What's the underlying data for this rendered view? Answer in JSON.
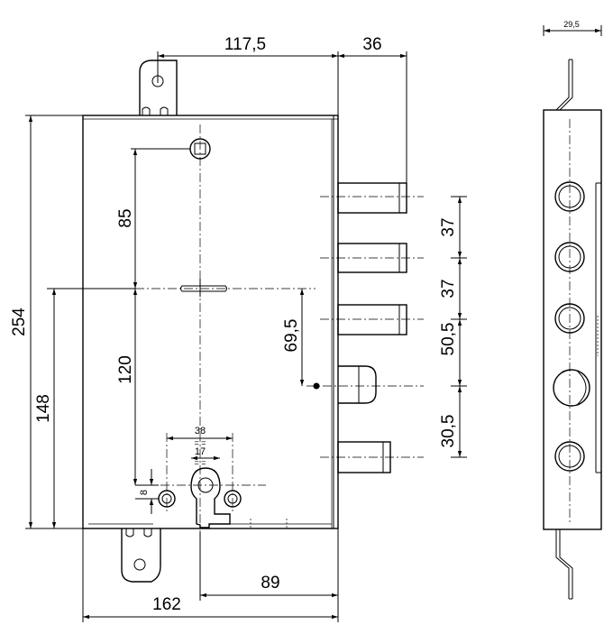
{
  "drawing": {
    "front_view": {
      "dimensions": {
        "backset_top": "117,5",
        "bolt_throw": "36",
        "case_height": "254",
        "lower_height": "148",
        "spindle_to_center": "85",
        "center_to_cylinder": "120",
        "center_to_latch": "69,5",
        "bolt_spacing_1": "37",
        "bolt_spacing_2": "37",
        "bolt_to_latch": "50,5",
        "latch_to_bolt": "30,5",
        "cylinder_width_outer": "38",
        "cylinder_width_inner": "17",
        "screw_offset": "8",
        "faceplate_to_cylinder": "89",
        "case_width": "162"
      }
    },
    "side_view": {
      "dimensions": {
        "faceplate_thickness": "29,5"
      }
    }
  }
}
